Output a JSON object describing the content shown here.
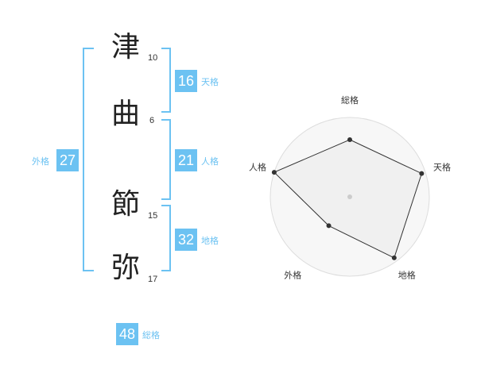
{
  "name": {
    "chars": [
      {
        "char": "津",
        "strokes": "10"
      },
      {
        "char": "曲",
        "strokes": "6"
      },
      {
        "char": "節",
        "strokes": "15"
      },
      {
        "char": "弥",
        "strokes": "17"
      }
    ]
  },
  "kaku": {
    "tenkaku": {
      "value": "16",
      "label": "天格"
    },
    "jinkaku": {
      "value": "21",
      "label": "人格"
    },
    "chikaku": {
      "value": "32",
      "label": "地格"
    },
    "gaikaku": {
      "value": "27",
      "label": "外格"
    },
    "soukaku": {
      "value": "48",
      "label": "総格"
    }
  },
  "colors": {
    "accent": "#6cc2f2",
    "text": "#222222",
    "radar_fill": "#eeeeee"
  },
  "chart_data": {
    "type": "radar",
    "axes": [
      "総格",
      "天格",
      "地格",
      "外格",
      "人格"
    ],
    "values": [
      0.72,
      0.95,
      0.95,
      0.45,
      1.0
    ],
    "max": 1.0,
    "rings": 4
  }
}
